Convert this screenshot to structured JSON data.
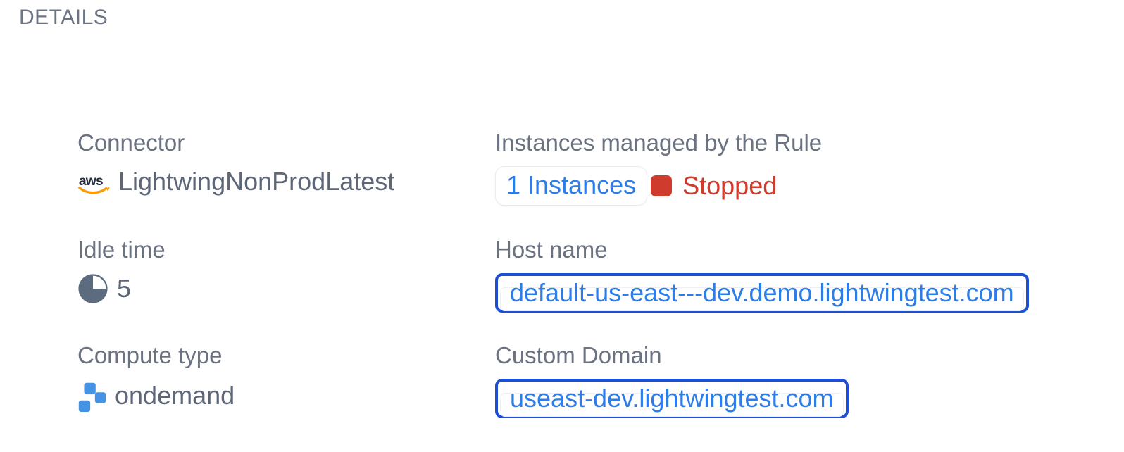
{
  "header": {
    "title": "DETAILS"
  },
  "fields": {
    "connector": {
      "label": "Connector",
      "value": "LightwingNonProdLatest",
      "icon": "aws-logo"
    },
    "instances": {
      "label": "Instances managed by the Rule",
      "count_label": "1 Instances",
      "status": "Stopped",
      "status_color": "#cf3b2c"
    },
    "idle_time": {
      "label": "Idle time",
      "value": "5",
      "icon": "pie-chart"
    },
    "host_name": {
      "label": "Host name",
      "value": "default-us-east---dev.demo.lightwingtest.com"
    },
    "compute_type": {
      "label": "Compute type",
      "value": "ondemand",
      "icon": "compute-squares"
    },
    "custom_domain": {
      "label": "Custom Domain",
      "value": "useast-dev.lightwingtest.com"
    }
  },
  "colors": {
    "label_gray": "#6b7280",
    "value_gray": "#5d6778",
    "link_blue": "#2d7de9",
    "focus_border_blue": "#1d4ed8",
    "status_red": "#cf3b2c",
    "aws_navy": "#252f3e",
    "aws_orange": "#ff9900",
    "icon_slate": "#5d6b7e",
    "icon_blue": "#4493e4"
  }
}
